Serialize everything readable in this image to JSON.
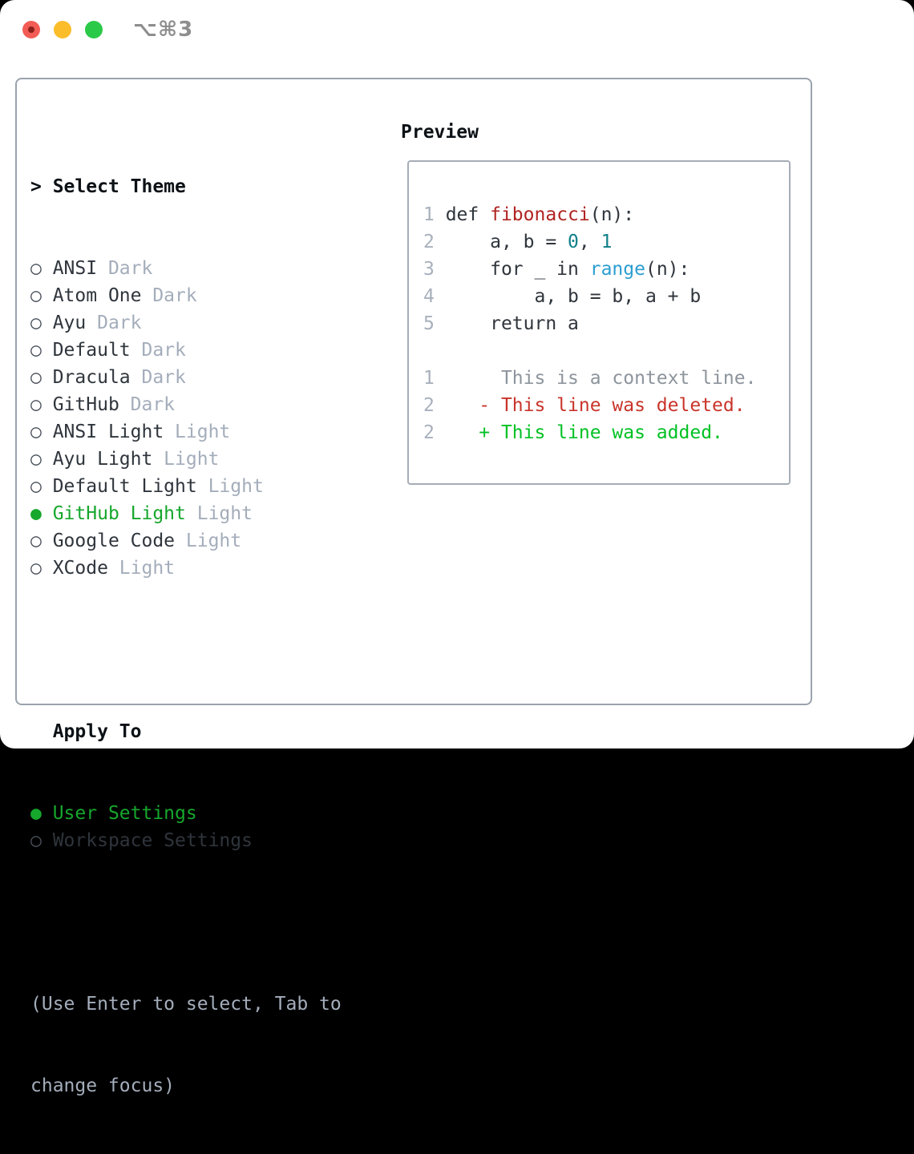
{
  "window": {
    "title": "⌥⌘3",
    "traffic_lights": {
      "close": "close-button",
      "minimize": "minimize-button",
      "zoom": "zoom-button"
    }
  },
  "glyphs": {
    "radio_on": "●",
    "radio_off": "○",
    "prompt": ">",
    "diff_minus": "-",
    "diff_plus": "+"
  },
  "theme_selector": {
    "prompt": ">",
    "header": "Select Theme",
    "items": [
      {
        "label": "ANSI",
        "tag": "Dark",
        "selected": false
      },
      {
        "label": "Atom One",
        "tag": "Dark",
        "selected": false
      },
      {
        "label": "Ayu",
        "tag": "Dark",
        "selected": false
      },
      {
        "label": "Default",
        "tag": "Dark",
        "selected": false
      },
      {
        "label": "Dracula",
        "tag": "Dark",
        "selected": false
      },
      {
        "label": "GitHub",
        "tag": "Dark",
        "selected": false
      },
      {
        "label": "ANSI Light",
        "tag": "Light",
        "selected": false
      },
      {
        "label": "Ayu Light",
        "tag": "Light",
        "selected": false
      },
      {
        "label": "Default Light",
        "tag": "Light",
        "selected": false
      },
      {
        "label": "GitHub Light",
        "tag": "Light",
        "selected": true
      },
      {
        "label": "Google Code",
        "tag": "Light",
        "selected": false
      },
      {
        "label": "XCode",
        "tag": "Light",
        "selected": false
      }
    ]
  },
  "apply_to": {
    "header": "Apply To",
    "options": [
      {
        "label": "User Settings",
        "selected": true
      },
      {
        "label": "Workspace Settings",
        "selected": false
      }
    ]
  },
  "help": {
    "line1": "(Use Enter to select, Tab to",
    "line2": "change focus)"
  },
  "preview": {
    "header": "Preview",
    "lines": [
      {
        "num": "1",
        "segments": [
          {
            "text": " def ",
            "color": "code"
          },
          {
            "text": "fibonacci",
            "color": "func"
          },
          {
            "text": "(n):",
            "color": "code"
          }
        ]
      },
      {
        "num": "2",
        "segments": [
          {
            "text": "     a, b = ",
            "color": "code"
          },
          {
            "text": "0",
            "color": "num"
          },
          {
            "text": ", ",
            "color": "code"
          },
          {
            "text": "1",
            "color": "num"
          }
        ]
      },
      {
        "num": "3",
        "segments": [
          {
            "text": "     for _ in ",
            "color": "code"
          },
          {
            "text": "range",
            "color": "call"
          },
          {
            "text": "(n):",
            "color": "code"
          }
        ]
      },
      {
        "num": "4",
        "segments": [
          {
            "text": "         a, b = b, a + b",
            "color": "code"
          }
        ]
      },
      {
        "num": "5",
        "segments": [
          {
            "text": "     return a",
            "color": "code"
          }
        ]
      },
      {
        "num": "",
        "segments": []
      },
      {
        "num": "1",
        "segments": [
          {
            "text": "      This is a context line.",
            "color": "ctx"
          }
        ]
      },
      {
        "num": "2",
        "segments": [
          {
            "text": "    - This line was deleted.",
            "color": "del"
          }
        ]
      },
      {
        "num": "2",
        "segments": [
          {
            "text": "    + This line was added.",
            "color": "add"
          }
        ]
      }
    ]
  },
  "colors": {
    "text": "#2f353c",
    "heading": "#0c1116",
    "muted": "#a4adbb",
    "context_gray": "#8d949c",
    "line_number": "#a8b0bc",
    "selected_green": "#16a72d",
    "added_green": "#00c124",
    "deleted_red": "#c9342a",
    "function_red": "#b02421",
    "number_teal": "#0f7f88",
    "call_blue": "#2b9ed1",
    "panel_border": "#9aa3ad",
    "preview_border": "#a6adb6",
    "window_bg": "#ffffff",
    "titlebar_title": "#8e8e8e",
    "bullet": "#4a515a",
    "traffic_red": "#f25c54",
    "traffic_red_dot": "#8c1f1a",
    "traffic_yellow": "#fbbd2a",
    "traffic_green": "#2bc948"
  }
}
